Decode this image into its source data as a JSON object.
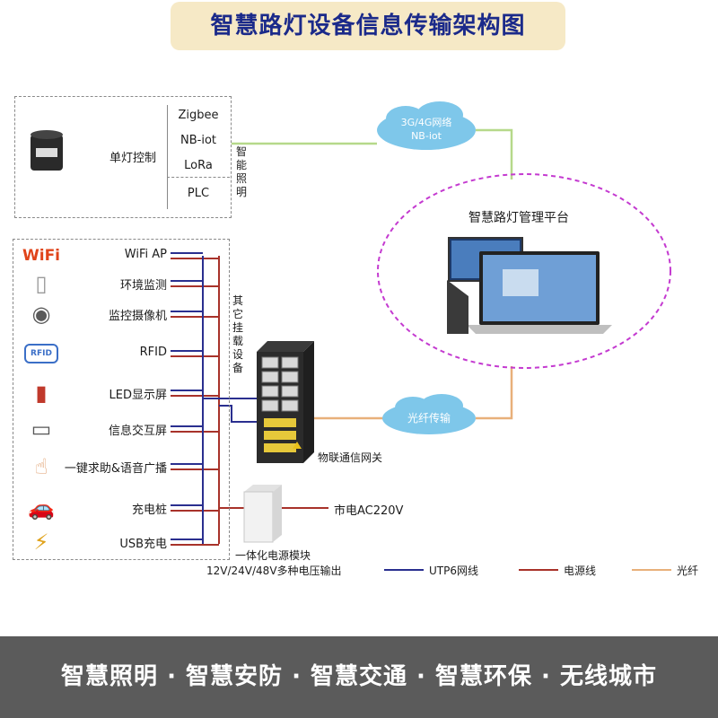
{
  "title": "智慧路灯设备信息传输架构图",
  "top_group": {
    "device_label": "单灯控制",
    "protocols": [
      "Zigbee",
      "NB-iot",
      "LoRa",
      "PLC"
    ],
    "vertical_label": "智能照明"
  },
  "cloud_top": {
    "line1": "3G/4G网络",
    "line2": "NB-iot"
  },
  "platform": {
    "label": "智慧路灯管理平台"
  },
  "cloud_fiber": {
    "text": "光纤传输"
  },
  "left_group": {
    "vertical_label": "其它挂载设备",
    "items": [
      {
        "label": "WiFi AP",
        "icon": "wifi-icon"
      },
      {
        "label": "环境监测",
        "icon": "sensor-icon"
      },
      {
        "label": "监控摄像机",
        "icon": "camera-icon"
      },
      {
        "label": "RFID",
        "icon": "rfid-icon"
      },
      {
        "label": "LED显示屏",
        "icon": "led-screen-icon"
      },
      {
        "label": "信息交互屏",
        "icon": "tablet-icon"
      },
      {
        "label": "一键求助&语音广播",
        "icon": "help-button-icon"
      },
      {
        "label": "充电桩",
        "icon": "car-icon"
      },
      {
        "label": "USB充电",
        "icon": "battery-icon"
      }
    ]
  },
  "wifi_icon_text": "WiFi",
  "rfid_icon_text": "RFID",
  "gateway": {
    "label": "物联通信网关"
  },
  "power": {
    "mains": "市电AC220V",
    "module_line1": "一体化电源模块",
    "module_line2": "12V/24V/48V多种电压输出"
  },
  "legend": [
    {
      "label": "UTP6网线",
      "color": "#2a2f8f"
    },
    {
      "label": "电源线",
      "color": "#a8322a"
    },
    {
      "label": "光纤",
      "color": "#e8b07a"
    }
  ],
  "colors": {
    "utp": "#2a2f8f",
    "power": "#a8322a",
    "fiber": "#e8b07a",
    "wireless": "#b6d98a",
    "ellipse": "#c43ad0",
    "title_bg": "#f6e9c6",
    "title_fg": "#1b2a8a",
    "footer_bg": "#5b5b5b"
  },
  "footer": "智慧照明 · 智慧安防 · 智慧交通 · 智慧环保 · 无线城市"
}
